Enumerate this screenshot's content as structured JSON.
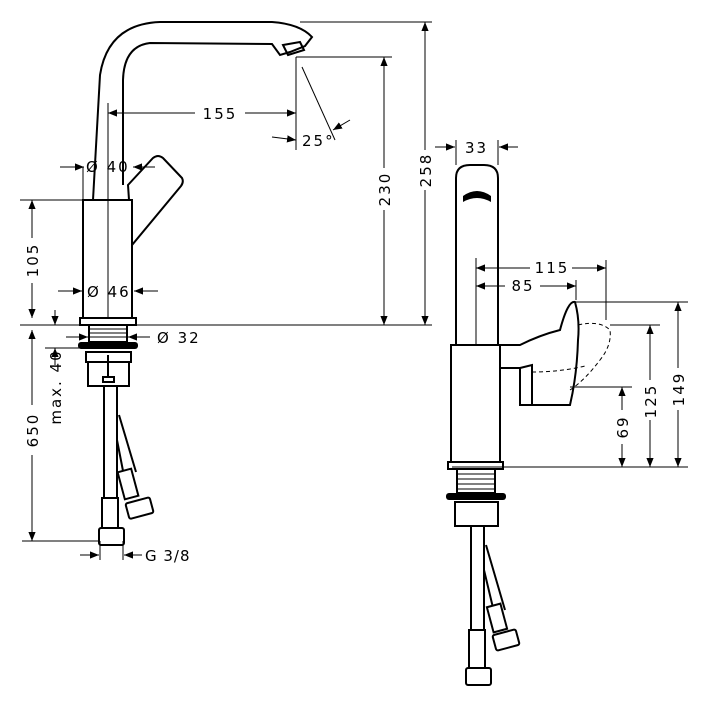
{
  "title": "Basin mixer dimension drawing",
  "side_view": {
    "height_total": "258",
    "spout_height": "230",
    "spout_reach": "155",
    "spray_angle": "25°",
    "spout_diameter": "Ø 40",
    "body_height": "105",
    "body_diameter": "Ø 46",
    "thread_diameter": "Ø 32",
    "max_deck_thickness": "max. 40",
    "hose_length": "650",
    "connection": "G 3/8"
  },
  "front_view": {
    "spout_width": "33",
    "handle_reach_open": "115",
    "handle_reach": "85",
    "handle_height_open": "149",
    "handle_height": "125",
    "handle_base_height": "69"
  }
}
